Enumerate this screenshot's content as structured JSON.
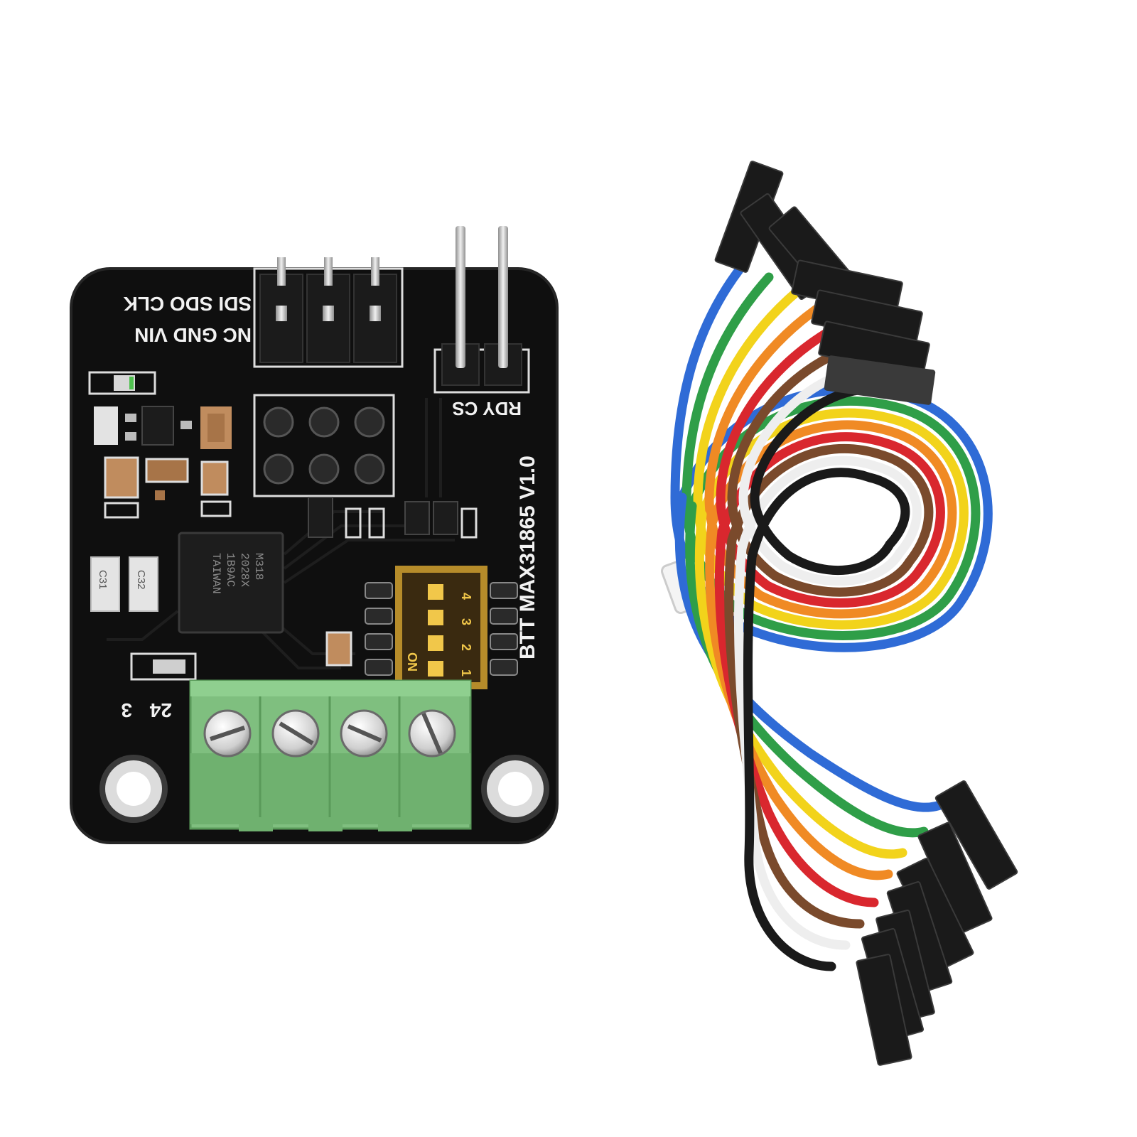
{
  "board": {
    "model_text": "BTT MAX31865 V1.0",
    "pin_row_top": "SDI SDO CLK",
    "pin_row_bottom": "NC GND VIN",
    "cs_rdy_label": "RDY CS",
    "terminal_label_24": "24",
    "terminal_label_3": "3",
    "dip_on_label": "ON",
    "dip_numbers": [
      "1",
      "2",
      "3",
      "4"
    ],
    "chip_lines": [
      "M318",
      "2028X",
      "1B9AC",
      "TAIWAN"
    ],
    "cap_labels": [
      "C31",
      "C32"
    ],
    "colors": {
      "pcb": "#0f0f0f",
      "pcb_edge": "#262626",
      "terminal_block": "#7fbf7f",
      "dip_switch": "#c99a2e",
      "header_pins": "#c8c8c8"
    }
  },
  "cable": {
    "wire_colors": [
      "#2f6bd6",
      "#2f9e48",
      "#f2d31b",
      "#f08a24",
      "#d9272e",
      "#7a4a2c",
      "#eeeeee",
      "#1a1a1a"
    ],
    "connector_color": "#1a1a1a"
  }
}
